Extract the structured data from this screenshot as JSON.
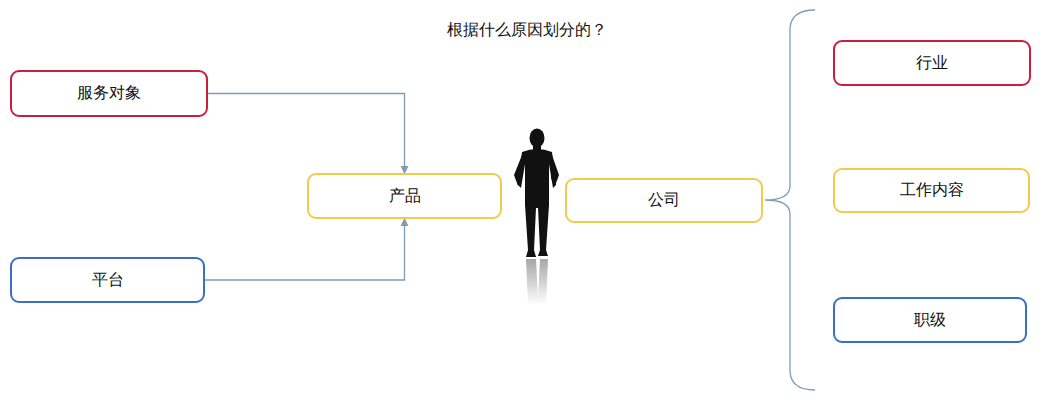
{
  "diagram": {
    "title": "根据什么原因划分的？",
    "nodes": [
      {
        "text": [
          "服务对象"
        ]
      },
      {
        "text": [
          "平台"
        ]
      },
      {
        "text": [
          "产品"
        ]
      },
      {
        "text": [
          "公司"
        ]
      },
      {
        "text": [
          "行业"
        ]
      },
      {
        "text": [
          "工作内容"
        ]
      },
      {
        "text": [
          "职级"
        ]
      }
    ],
    "edges": [
      {
        "from": 0,
        "to": 2,
        "arrow": "to"
      },
      {
        "from": 1,
        "to": 2,
        "arrow": "to"
      }
    ]
  }
}
